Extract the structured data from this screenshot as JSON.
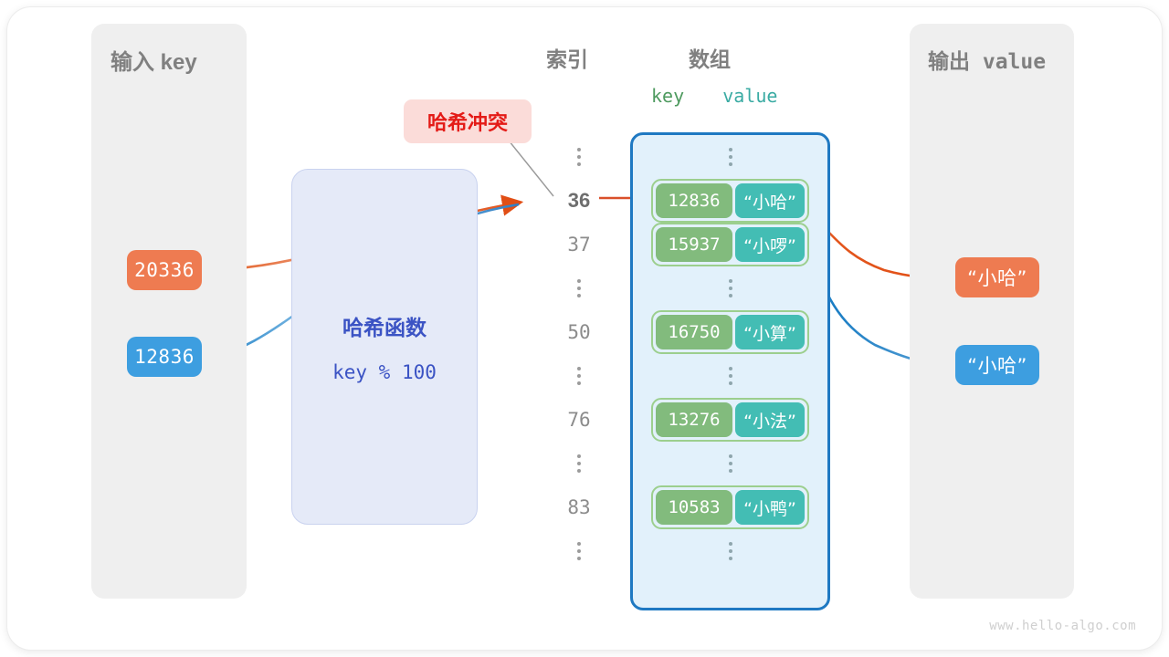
{
  "canvas": {
    "watermark": "www.hello-algo.com"
  },
  "input_panel": {
    "title": "输入 key",
    "keys": [
      {
        "value": "20336",
        "color": "#ee7b51"
      },
      {
        "value": "12836",
        "color": "#3d9ee0"
      }
    ]
  },
  "hash_function": {
    "name": "哈希函数",
    "expression": "key % 100",
    "bg": "#e5eaf8",
    "text_color": "#3b53c4"
  },
  "collision_callout": {
    "label": "哈希冲突",
    "text_color": "#e41b17",
    "bg": "#fbdcd9"
  },
  "array_section": {
    "index_header": "索引",
    "array_header": "数组",
    "key_header": "key",
    "value_header": "value",
    "key_header_color": "#4e9a5f",
    "value_header_color": "#3aaba3",
    "container_border": "#1f79c2",
    "container_bg": "#e2f1fb",
    "rows": [
      {
        "type": "dots"
      },
      {
        "type": "entry",
        "index": "36",
        "highlight": true,
        "key": "12836",
        "value": "“小哈”"
      },
      {
        "type": "entry",
        "index": "37",
        "highlight": false,
        "key": "15937",
        "value": "“小啰”"
      },
      {
        "type": "dots"
      },
      {
        "type": "entry",
        "index": "50",
        "highlight": false,
        "key": "16750",
        "value": "“小算”"
      },
      {
        "type": "dots"
      },
      {
        "type": "entry",
        "index": "76",
        "highlight": false,
        "key": "13276",
        "value": "“小法”"
      },
      {
        "type": "dots"
      },
      {
        "type": "entry",
        "index": "83",
        "highlight": false,
        "key": "10583",
        "value": "“小鸭”"
      },
      {
        "type": "dots"
      }
    ],
    "entry_key_bg": "#82bb7d",
    "entry_value_bg": "#43bdb4",
    "entry_border": "#9ccf8e"
  },
  "output_panel": {
    "title": "输出 value",
    "values": [
      {
        "value": "“小哈”",
        "color": "#ee7b51"
      },
      {
        "value": "“小哈”",
        "color": "#3d9ee0"
      }
    ]
  }
}
